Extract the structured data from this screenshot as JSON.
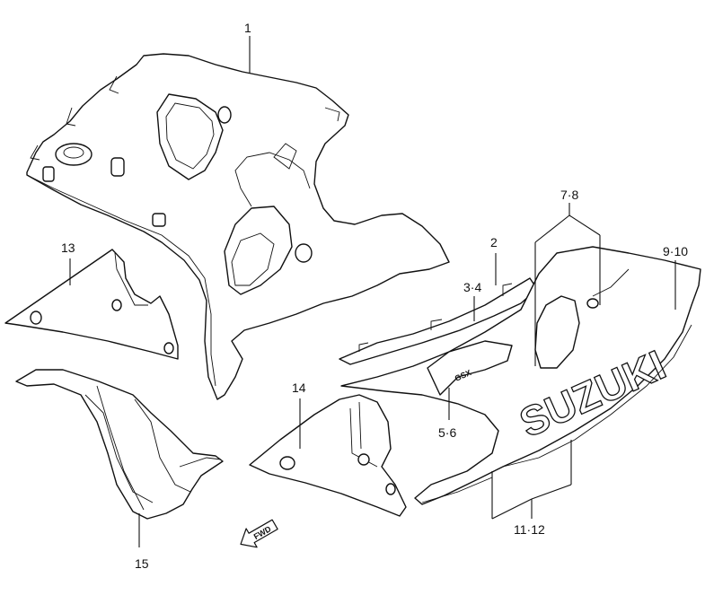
{
  "diagram": {
    "part_labels": {
      "p1": "1",
      "p2": "2",
      "p3_4": "3·4",
      "p5_6": "5·6",
      "p7_8": "7·8",
      "p9_10": "9·10",
      "p11_12": "11·12",
      "p13": "13",
      "p14": "14",
      "p15": "15"
    },
    "decal_text": "SUZUKI",
    "decal_gsx": "GSX",
    "fwd_indicator": "FWD"
  }
}
